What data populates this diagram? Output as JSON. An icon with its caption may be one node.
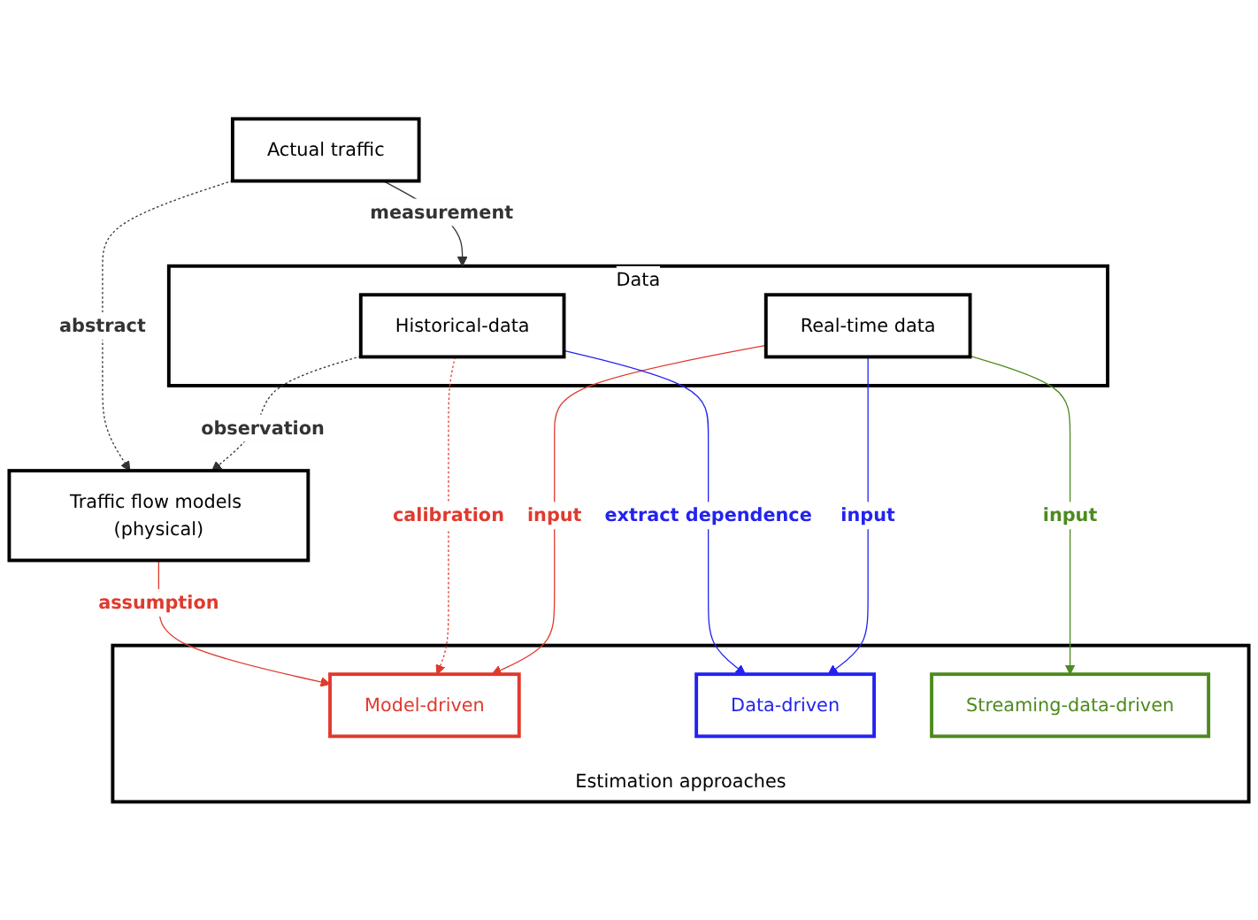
{
  "diagram": {
    "nodes": [
      {
        "text": [
          "Actual traffic"
        ]
      },
      {
        "text": [
          "Traffic flow models (physical)"
        ]
      },
      {
        "text": [
          "Data"
        ]
      },
      {
        "text": [
          "Historical-data"
        ],
        "in": 2
      },
      {
        "text": [
          "Real-time data"
        ],
        "in": 2
      },
      {
        "text": [
          "Estimation approaches"
        ]
      },
      {
        "text": [
          "Model-driven"
        ],
        "in": 5
      },
      {
        "text": [
          "Data-driven"
        ],
        "in": 5
      },
      {
        "text": [
          "Streaming-data-driven"
        ],
        "in": 5
      }
    ],
    "edges": [
      {
        "from": 0,
        "to": 1,
        "arrow": "to",
        "label": "abstract",
        "style": "dashed"
      },
      {
        "from": 0,
        "to": 2,
        "arrow": "to",
        "label": "measurement"
      },
      {
        "from": 3,
        "to": 1,
        "arrow": "to",
        "label": "observation",
        "style": "dashed"
      },
      {
        "from": 1,
        "to": 6,
        "arrow": "to",
        "label": "assumption",
        "color": "#e03a2e"
      },
      {
        "from": 3,
        "to": 6,
        "arrow": "to",
        "label": "calibration",
        "style": "dashed",
        "color": "#e03a2e"
      },
      {
        "from": 4,
        "to": 6,
        "arrow": "to",
        "label": "input",
        "color": "#e03a2e"
      },
      {
        "from": 3,
        "to": 7,
        "arrow": "to",
        "label": "extract dependence",
        "color": "#2323f0"
      },
      {
        "from": 4,
        "to": 7,
        "arrow": "to",
        "label": "input",
        "color": "#2323f0"
      },
      {
        "from": 4,
        "to": 8,
        "arrow": "to",
        "label": "input",
        "color": "#4e8a1e"
      }
    ]
  }
}
